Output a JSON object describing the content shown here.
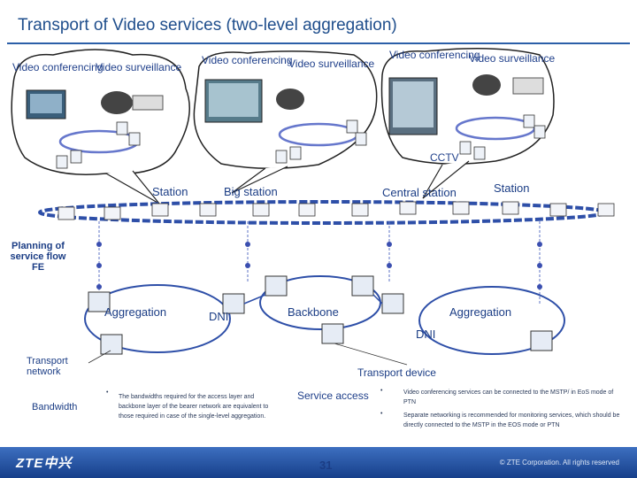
{
  "title": "Transport of Video services (two-level aggregation)",
  "clouds": [
    {
      "left_label": "Video conferencing",
      "right_label": "Video surveillance"
    },
    {
      "left_label": "Video conferencing",
      "right_label": "Video surveillance"
    },
    {
      "left_label": "Video conferencing",
      "right_label": "Video surveillance"
    }
  ],
  "cctv_label": "CCTV",
  "stations": {
    "station_left": "Station",
    "big_station": "Big station",
    "central_station": "Central station",
    "station_right": "Station"
  },
  "planning_label": "Planning of service flow FE",
  "network": {
    "aggregation_left": "Aggregation",
    "dni_left": "DNI",
    "backbone": "Backbone",
    "aggregation_right": "Aggregation",
    "dni_right": "DNI"
  },
  "transport_network_label": "Transport network",
  "transport_device_label": "Transport device",
  "bandwidth_label": "Bandwidth",
  "bandwidth_text": "The bandwidths required for the access layer and backbone layer of the bearer network are equivalent to those required in case of the single-level aggregation.",
  "service_access_label": "Service access",
  "service_bullets": [
    "Video conferencing services can be connected to the MSTP/ in EoS mode of PTN",
    "Separate networking is recommended for monitoring services, which should be directly connected to the MSTP in the EOS mode or PTN"
  ],
  "footer": {
    "logo": "ZTE中兴",
    "page_number": "31",
    "copyright": "© ZTE Corporation. All rights reserved"
  },
  "colors": {
    "title": "#1f4e8c",
    "ring": "#2e4fa8",
    "footer": "#1c4a96",
    "link": "#5c73c4"
  }
}
